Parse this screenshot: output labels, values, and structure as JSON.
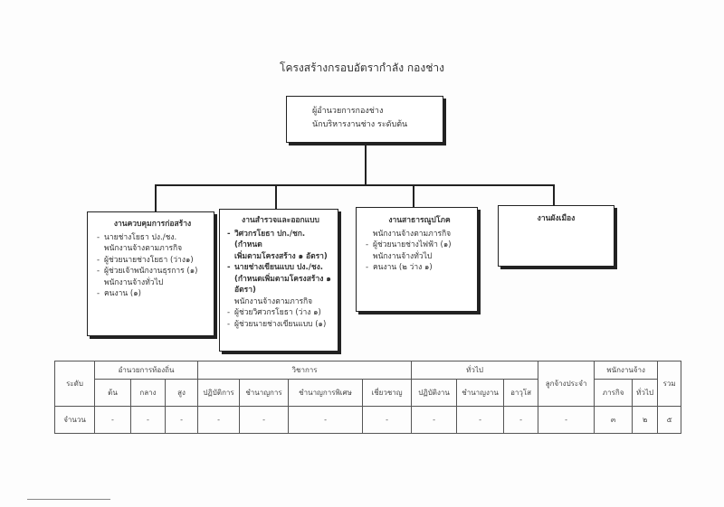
{
  "page_title": "โครงสร้างกรอบอัตรากำลัง กองช่าง",
  "top_box": {
    "line1": "ผู้อำนวยการกองช่าง",
    "line2": "นักบริหารงานช่าง ระดับต้น"
  },
  "units": [
    {
      "title": "งานควบคุมการก่อสร้าง",
      "lines": [
        {
          "t": "นายช่างโยธา ปง./ชง.",
          "k": "b"
        },
        {
          "t": "พนักงานจ้างตามภารกิจ",
          "k": "i"
        },
        {
          "t": "ผู้ช่วยนายช่างโยธา (ว่าง๑)",
          "k": "b"
        },
        {
          "t": "ผู้ช่วยเจ้าพนักงานธุรการ (๑)",
          "k": "b"
        },
        {
          "t": "พนักงานจ้างทั่วไป",
          "k": "i"
        },
        {
          "t": "คนงาน (๑)",
          "k": "b"
        }
      ]
    },
    {
      "title": "งานสำรวจและออกแบบ",
      "lines": [
        {
          "t": "วิศวกรโยธา ปก./ชก. (กำหนด",
          "k": "b bold"
        },
        {
          "t": "เพิ่มตามโครงสร้าง ๑ อัตรา)",
          "k": "i bold"
        },
        {
          "t": "นายช่างเขียนแบบ ปง./ชง.",
          "k": "b bold"
        },
        {
          "t": "(กำหนดเพิ่มตามโครงสร้าง ๑",
          "k": "i bold"
        },
        {
          "t": "อัตรา)",
          "k": "i bold"
        },
        {
          "t": "พนักงานจ้างตามภารกิจ",
          "k": "i"
        },
        {
          "t": "ผู้ช่วยวิศวกรโยธา (ว่าง ๑)",
          "k": "b"
        },
        {
          "t": "ผู้ช่วยนายช่างเขียนแบบ (๑)",
          "k": "b"
        }
      ]
    },
    {
      "title": "งานสาธารณูปโภค",
      "lines": [
        {
          "t": "พนักงานจ้างตามภารกิจ",
          "k": "i"
        },
        {
          "t": "ผู้ช่วยนายช่างไฟฟ้า (๑)",
          "k": "b"
        },
        {
          "t": "พนักงานจ้างทั่วไป",
          "k": "i"
        },
        {
          "t": "คนงาน (๒ ว่าง ๑)",
          "k": "b"
        }
      ]
    },
    {
      "title": "งานผังเมือง",
      "lines": []
    }
  ],
  "table": {
    "row_label": "ระดับ",
    "groups": [
      "อำนวยการท้องถิ่น",
      "วิชาการ",
      "ทั่วไป",
      "ลูกจ้างประจำ",
      "พนักงานจ้าง",
      "รวม"
    ],
    "levels": [
      "ต้น",
      "กลาง",
      "สูง",
      "ปฏิบัติการ",
      "ชำนาญการ",
      "ชำนาญการพิเศษ",
      "เชี่ยวชาญ",
      "ปฏิบัติงาน",
      "ชำนาญงาน",
      "อาวุโส",
      "ภารกิจ",
      "ทั่วไป"
    ],
    "count_label": "จำนวน",
    "values": [
      "-",
      "-",
      "-",
      "-",
      "-",
      "-",
      "-",
      "-",
      "-",
      "-",
      "-",
      "๓",
      "๒",
      "๕"
    ]
  }
}
